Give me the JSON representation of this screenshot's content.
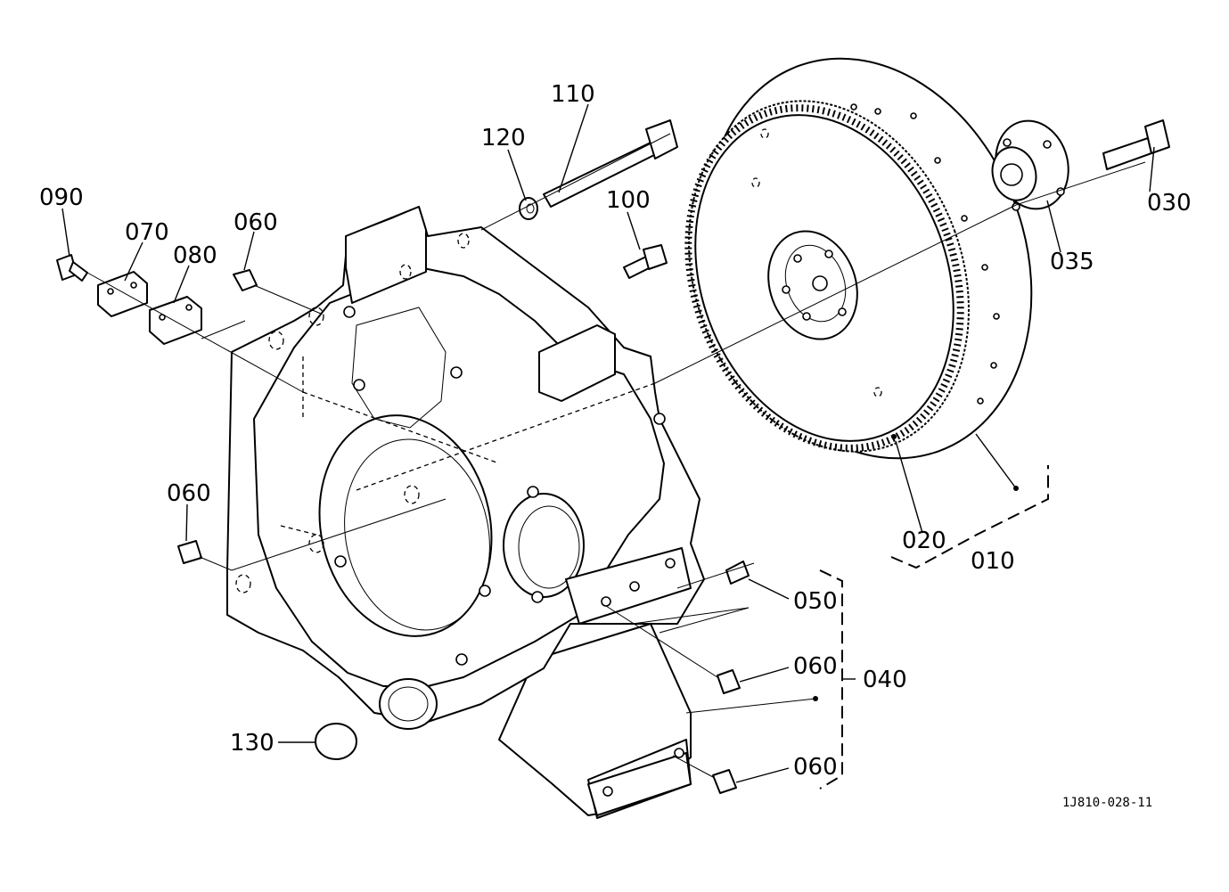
{
  "diagram": {
    "drawing_number": "1J810-028-11",
    "callouts": {
      "c010": "010",
      "c020": "020",
      "c030": "030",
      "c035": "035",
      "c040": "040",
      "c050": "050",
      "c060_a": "060",
      "c060_b": "060",
      "c060_c": "060",
      "c060_d": "060",
      "c070": "070",
      "c080": "080",
      "c090": "090",
      "c100": "100",
      "c110": "110",
      "c120": "120",
      "c130": "130"
    }
  }
}
